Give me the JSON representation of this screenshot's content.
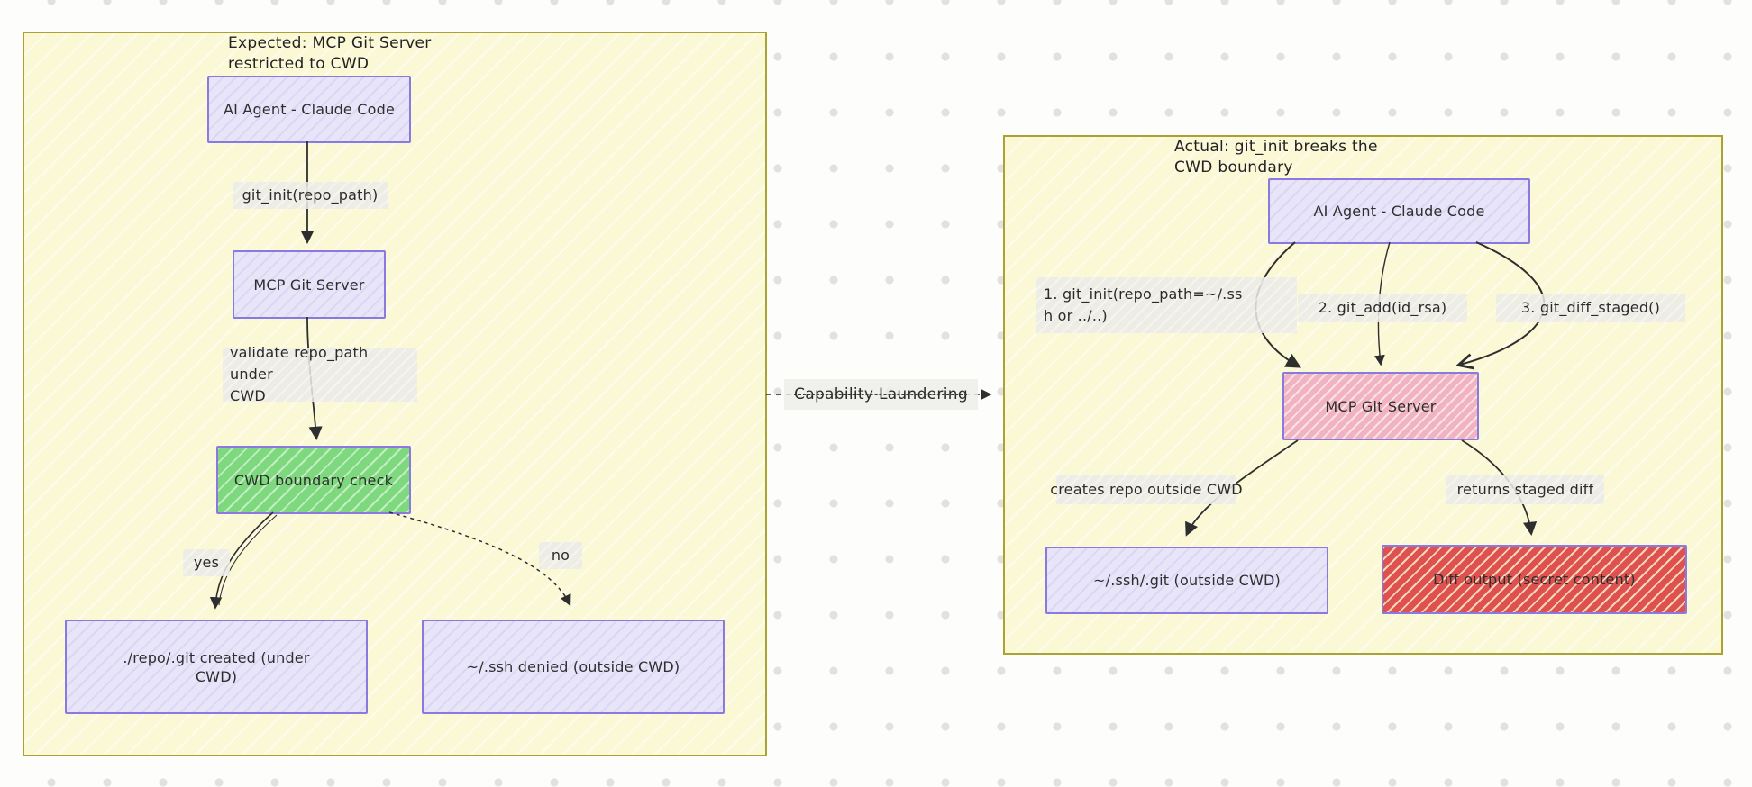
{
  "left": {
    "title_line1": "Expected: MCP Git Server",
    "title_line2": "restricted to CWD",
    "node_agent": "AI Agent - Claude Code",
    "edge_git_init": "git_init(repo_path)",
    "node_mcp": "MCP Git Server",
    "edge_validate_line1": "validate repo_path under",
    "edge_validate_line2": "CWD",
    "node_check": "CWD boundary check",
    "edge_yes": "yes",
    "edge_no": "no",
    "node_created": "./repo/.git created (under CWD)",
    "node_denied": "~/.ssh denied (outside CWD)"
  },
  "middle": {
    "label": "Capability Laundering"
  },
  "right": {
    "title_line1": "Actual: git_init breaks the",
    "title_line2": "CWD boundary",
    "node_agent": "AI Agent - Claude Code",
    "edge_call1_line1": "1. git_init(repo_path=~/.ss",
    "edge_call1_line2": "h or ../..)",
    "edge_call2": "2. git_add(id_rsa)",
    "edge_call3": "3. git_diff_staged()",
    "node_mcp": "MCP Git Server",
    "edge_creates": "creates repo outside CWD",
    "edge_returns": "returns staged diff",
    "node_outside": "~/.ssh/.git (outside CWD)",
    "node_diff": "Diff output (secret content)"
  },
  "colors": {
    "panel_fill": "#fbf8d6",
    "panel_border": "#aaa233",
    "node_fill_lavender": "#e8e5f9",
    "node_border_purple": "#8a7ae0",
    "check_green": "#7ed87d",
    "mcp_violation_pink": "#f2b2c6",
    "secret_leak_red": "#df514e",
    "edge_label_bg": "#ebebe8",
    "stroke": "#2e2e2e"
  }
}
